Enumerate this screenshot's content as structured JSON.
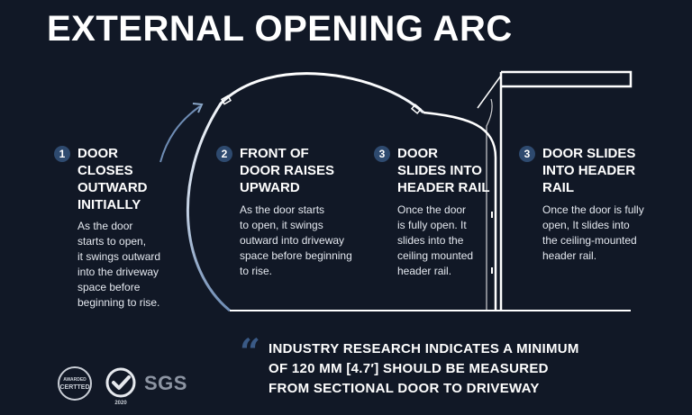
{
  "title": "EXTERNAL OPENING ARC",
  "steps": [
    {
      "number": "1",
      "title": "DOOR\nCLOSES\nOUTWARD\nINITIALLY",
      "body": "As the door\nstarts to open,\nit swings outward\ninto the driveway\nspace before\nbeginning to rise."
    },
    {
      "number": "2",
      "title": "FRONT OF\nDOOR RAISES\nUPWARD",
      "body": "As the door starts\nto open, it swings\noutward into driveway\nspace before beginning\nto rise."
    },
    {
      "number": "3",
      "title": "DOOR\nSLIDES INTO\nHEADER RAIL",
      "body": "Once the door\nis fully open. It\nslides into the\nceiling  mounted\nheader rail."
    },
    {
      "number": "3",
      "title": "DOOR SLIDES\nINTO HEADER\nRAIL",
      "body": "Once the door is fully\nopen, It slides into\nthe ceiling-mounted\nheader rail."
    }
  ],
  "note": {
    "quote_glyph": "“",
    "text": "INDUSTRY RESEARCH INDICATES A MINIMUM\nOF 120 MM [4.7′] SHOULD BE MEASURED\nFROM SECTIONAL DOOR TO DRIVEWAY"
  },
  "logos": {
    "certified_ring": "AWARDED",
    "certified": "CERTTED",
    "check_year": "2020",
    "sgs": "SGS"
  },
  "colors": {
    "background": "#111826",
    "arc": "#ffffff",
    "arc_fade": "#8aa6c8",
    "badge": "#2e4a6f",
    "quote": "#3a5a86"
  }
}
